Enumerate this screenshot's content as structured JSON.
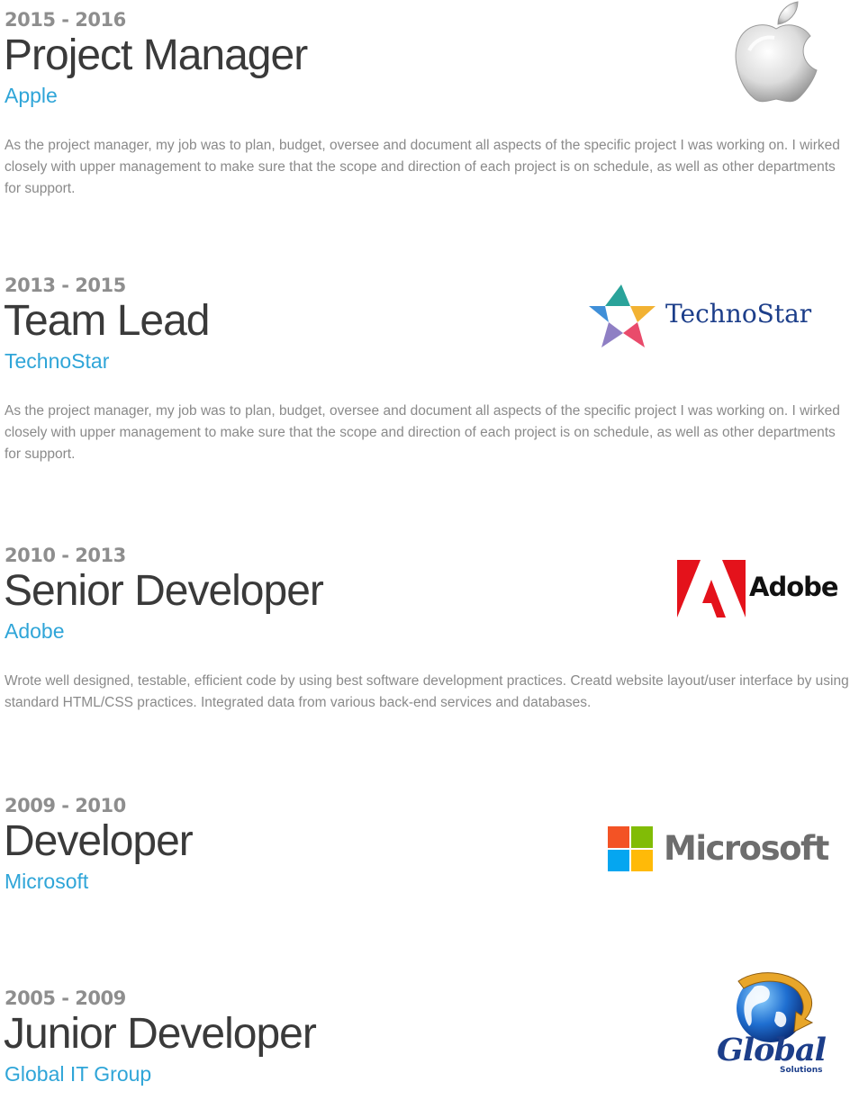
{
  "experience": [
    {
      "years": "2015 - 2016",
      "role": "Project Manager",
      "company": "Apple",
      "description": "As the project manager, my job was to plan, budget, oversee and document all aspects of the specific project I was working on. I wirked closely with upper management to make sure that the scope and direction of each project is on schedule, as well as other departments for support.",
      "logo_icon": "apple-logo-icon"
    },
    {
      "years": "2013 - 2015",
      "role": "Team Lead",
      "company": "TechnoStar",
      "description": "As the project manager, my job was to plan, budget, oversee and document all aspects of the specific project I was working on. I wirked closely with upper management to make sure that the scope and direction of each project is on schedule, as well as other departments for support.",
      "logo_icon": "technostar-logo-icon",
      "logo_text": "TechnoStar"
    },
    {
      "years": "2010 - 2013",
      "role": "Senior Developer",
      "company": "Adobe",
      "description": "Wrote well designed, testable, efficient code by using best software development practices. Creatd website layout/user interface by using standard HTML/CSS practices. Integrated data from various back-end services and databases.",
      "logo_icon": "adobe-logo-icon",
      "logo_text": "Adobe"
    },
    {
      "years": "2009 - 2010",
      "role": "Developer",
      "company": "Microsoft",
      "logo_icon": "microsoft-logo-icon",
      "logo_text": "Microsoft"
    },
    {
      "years": "2005 - 2009",
      "role": "Junior Developer",
      "company": "Global IT Group",
      "logo_icon": "global-solutions-logo-icon",
      "logo_text": "Global",
      "logo_subtext": "Solutions"
    }
  ],
  "colors": {
    "years": "#8e8e8e",
    "role": "#3a3a3a",
    "company": "#2fa5d8",
    "description": "#8a8a8a",
    "technostar_text": "#1c3e8a",
    "adobe_red": "#e4121b",
    "ms_red": "#f35325",
    "ms_green": "#81bc06",
    "ms_blue": "#05a6f0",
    "ms_yellow": "#ffba08"
  }
}
